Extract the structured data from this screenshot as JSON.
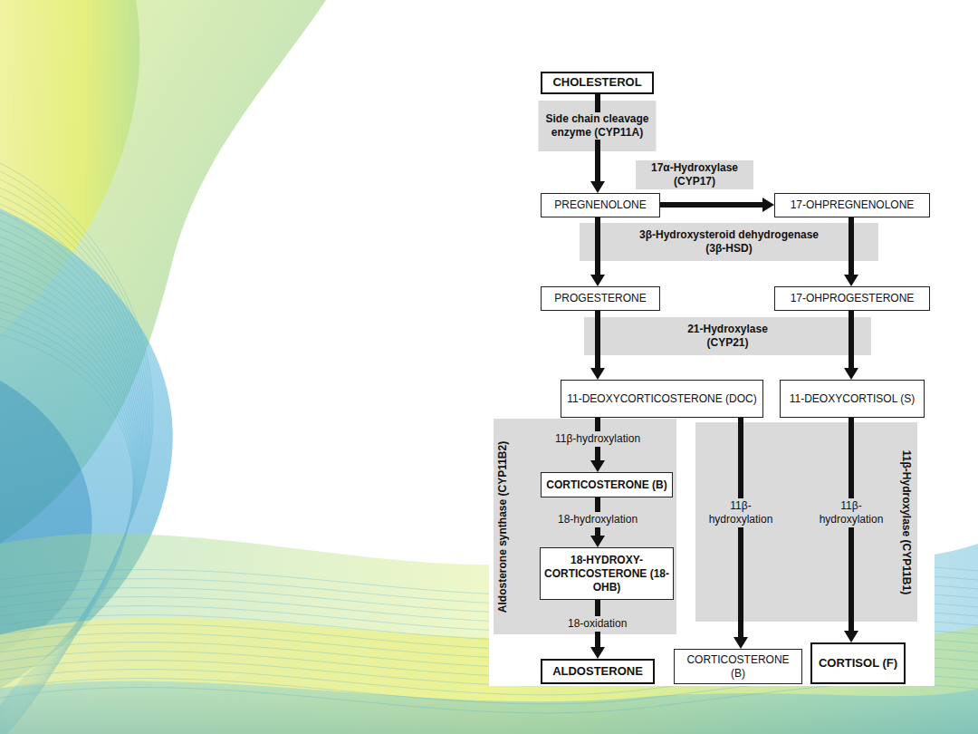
{
  "diagram": {
    "nodes": [
      {
        "text": [
          "CHOLESTEROL"
        ]
      },
      {
        "text": [
          "Side chain cleavage enzyme (CYP11A)"
        ]
      },
      {
        "text": [
          "PREGNENOLONE"
        ]
      },
      {
        "text": [
          "17-OHPREGNENOLONE"
        ]
      },
      {
        "text": [
          "3β-Hydroxysteroid dehydrogenase (3β-HSD)"
        ]
      },
      {
        "text": [
          "PROGESTERONE"
        ]
      },
      {
        "text": [
          "17-OHPROGESTERONE"
        ]
      },
      {
        "text": [
          "21-Hydroxylase (CYP21)"
        ]
      },
      {
        "text": [
          "11-DEOXYCORTICOSTERONE (DOC)"
        ]
      },
      {
        "text": [
          "11-DEOXYCORTISOL (S)"
        ]
      },
      {
        "text": [
          "Aldosterone synthase (CYP11B2)"
        ]
      },
      {
        "text": [
          "CORTICOSTERONE (B)"
        ],
        "in": 10
      },
      {
        "text": [
          "18-HYDROXY-CORTICOSTERONE (18-OHB)"
        ],
        "in": 10
      },
      {
        "text": [
          "11β-Hydroxylase (CYP11B1)"
        ]
      },
      {
        "text": [
          "ALDOSTERONE"
        ]
      },
      {
        "text": [
          "CORTICOSTERONE (B)"
        ]
      },
      {
        "text": [
          "CORTISOL (F)"
        ]
      }
    ],
    "edges": [
      {
        "from": 0,
        "to": 2,
        "arrow": "to"
      },
      {
        "from": 2,
        "to": 3,
        "label": "17α-Hydroxylase (CYP17)",
        "arrow": "to"
      },
      {
        "from": 2,
        "to": 5,
        "arrow": "to"
      },
      {
        "from": 3,
        "to": 6,
        "arrow": "to"
      },
      {
        "from": 5,
        "to": 8,
        "arrow": "to"
      },
      {
        "from": 6,
        "to": 9,
        "arrow": "to"
      },
      {
        "from": 8,
        "to": 11,
        "label": "11β-hydroxylation",
        "arrow": "to"
      },
      {
        "from": 11,
        "to": 12,
        "label": "18-hydroxylation",
        "arrow": "to"
      },
      {
        "from": 12,
        "to": 14,
        "label": "18-oxidation",
        "arrow": "to"
      },
      {
        "from": 8,
        "to": 15,
        "label": "11β- hydroxylation",
        "arrow": "to"
      },
      {
        "from": 9,
        "to": 16,
        "label": "11β- hydroxylation",
        "arrow": "to"
      }
    ]
  }
}
